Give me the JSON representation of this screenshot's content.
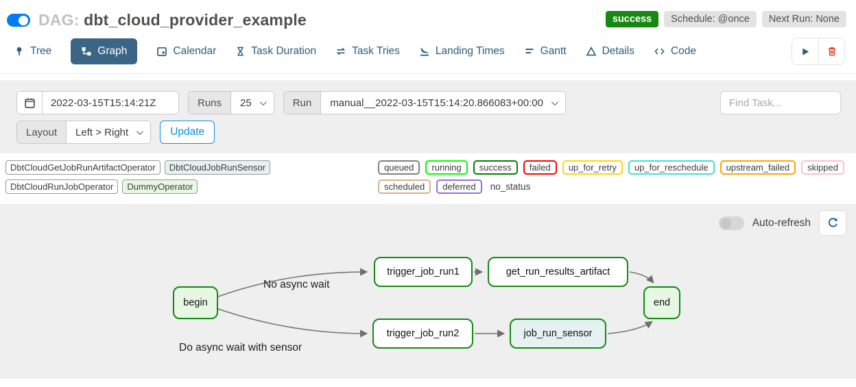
{
  "header": {
    "dag_prefix": "DAG:",
    "dag_name": "dbt_cloud_provider_example",
    "status_badge": "success",
    "schedule_badge": "Schedule: @once",
    "next_run_badge": "Next Run: None",
    "colors": {
      "brand_blue": "#017cee",
      "success_green": "#178812"
    }
  },
  "tabs": [
    {
      "label": "Tree",
      "active": false
    },
    {
      "label": "Graph",
      "active": true
    },
    {
      "label": "Calendar",
      "active": false
    },
    {
      "label": "Task Duration",
      "active": false
    },
    {
      "label": "Task Tries",
      "active": false
    },
    {
      "label": "Landing Times",
      "active": false
    },
    {
      "label": "Gantt",
      "active": false
    },
    {
      "label": "Details",
      "active": false
    },
    {
      "label": "Code",
      "active": false
    }
  ],
  "icons": [
    "dag-pause-toggle-icon",
    "tree-icon",
    "graph-icon",
    "calendar-icon",
    "hourglass-icon",
    "repeat-icon",
    "plane-landing-icon",
    "gantt-bars-icon",
    "triangle-icon",
    "code-icon",
    "play-icon",
    "trash-icon",
    "refresh-icon",
    "chevron-down-icon"
  ],
  "filters": {
    "execution_date": "2022-03-15T15:14:21Z",
    "runs_label": "Runs",
    "runs_value": "25",
    "run_label": "Run",
    "run_value": "manual__2022-03-15T15:14:20.866083+00:00",
    "find_task_placeholder": "Find Task...",
    "layout_label": "Layout",
    "layout_value": "Left > Right",
    "update_label": "Update"
  },
  "legend": {
    "operators": [
      {
        "label": "DbtCloudGetJobRunArtifactOperator",
        "fill": "#ffffff"
      },
      {
        "label": "DbtCloudJobRunSensor",
        "fill": "#e6f1f2"
      },
      {
        "label": "DbtCloudRunJobOperator",
        "fill": "#ffffff"
      },
      {
        "label": "DummyOperator",
        "fill": "#e8f7e4"
      }
    ],
    "statuses": [
      {
        "label": "queued",
        "color": "#808080"
      },
      {
        "label": "running",
        "color": "#00ff00"
      },
      {
        "label": "success",
        "color": "#008000"
      },
      {
        "label": "failed",
        "color": "#ff0000"
      },
      {
        "label": "up_for_retry",
        "color": "#ffd700"
      },
      {
        "label": "up_for_reschedule",
        "color": "#40e0d0"
      },
      {
        "label": "upstream_failed",
        "color": "#ffa500"
      },
      {
        "label": "skipped",
        "color": "#ffc0cb"
      },
      {
        "label": "scheduled",
        "color": "#d2b48c"
      },
      {
        "label": "deferred",
        "color": "#9370db"
      }
    ],
    "no_status_label": "no_status"
  },
  "graph_panel": {
    "auto_refresh_label": "Auto-refresh",
    "auto_refresh_on": false,
    "node_border_color": "#128912",
    "nodes": [
      {
        "id": "begin",
        "label": "begin",
        "fill": "#e8f7e4"
      },
      {
        "id": "trigger_job_run1",
        "label": "trigger_job_run1",
        "fill": "#ffffff"
      },
      {
        "id": "get_run_results_artifact",
        "label": "get_run_results_artifact",
        "fill": "#ffffff"
      },
      {
        "id": "trigger_job_run2",
        "label": "trigger_job_run2",
        "fill": "#ffffff"
      },
      {
        "id": "job_run_sensor",
        "label": "job_run_sensor",
        "fill": "#e6f1f2"
      },
      {
        "id": "end",
        "label": "end",
        "fill": "#e8f7e4"
      }
    ],
    "edges": [
      {
        "from": "begin",
        "to": "trigger_job_run1",
        "label": "No async wait"
      },
      {
        "from": "begin",
        "to": "trigger_job_run2",
        "label": "Do async wait with sensor"
      },
      {
        "from": "trigger_job_run1",
        "to": "get_run_results_artifact",
        "label": ""
      },
      {
        "from": "trigger_job_run2",
        "to": "job_run_sensor",
        "label": ""
      },
      {
        "from": "get_run_results_artifact",
        "to": "end",
        "label": ""
      },
      {
        "from": "job_run_sensor",
        "to": "end",
        "label": ""
      }
    ]
  }
}
